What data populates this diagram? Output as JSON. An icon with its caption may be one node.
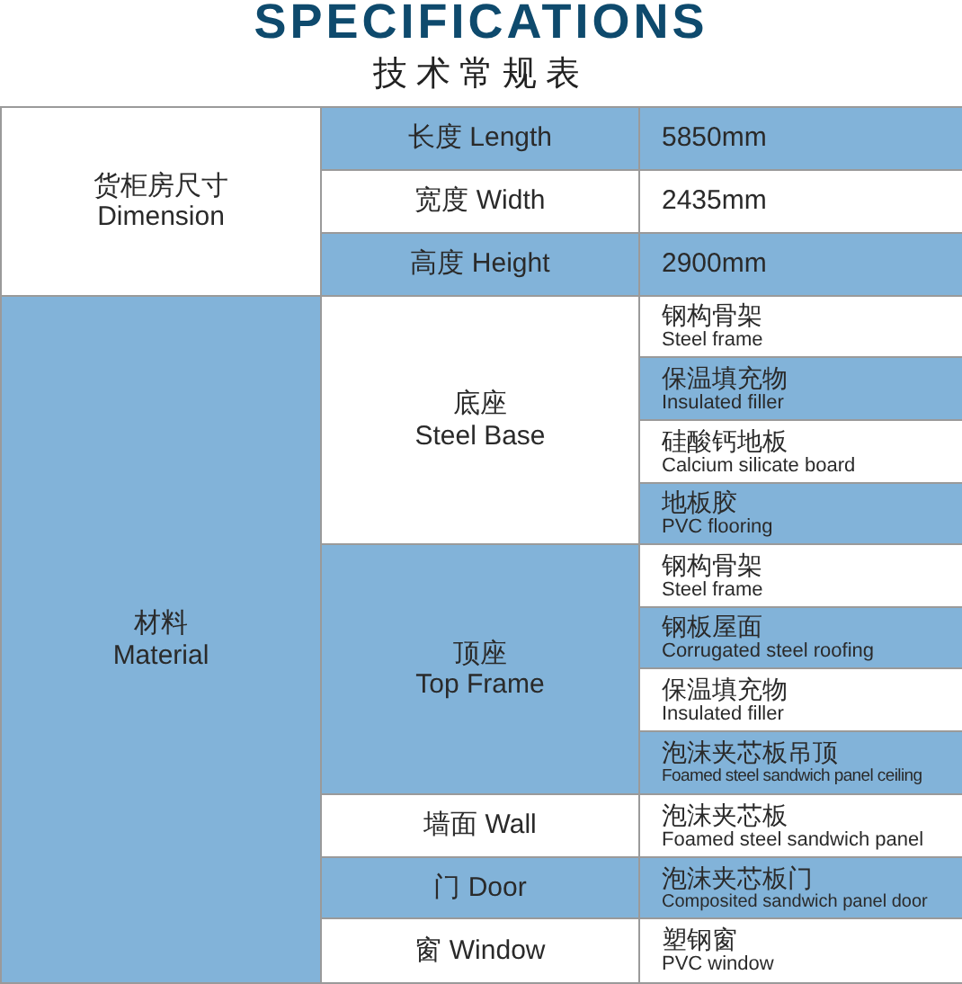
{
  "diagram": {
    "title": "SPECIFICATIONS",
    "labels": [
      "技术常规表",
      "货柜房尺寸",
      "Dimension",
      "长度 Length",
      "5850mm",
      "宽度 Width",
      "2435mm",
      "高度 Height",
      "2900mm",
      "材料",
      "Material",
      "底座",
      "Steel Base",
      "钢构骨架",
      "Steel frame",
      "保温填充物",
      "Insulated filler",
      "硅酸钙地板",
      "Calcium silicate board",
      "地板胶",
      "PVC flooring",
      "顶座",
      "Top Frame",
      "钢构骨架",
      "Steel frame",
      "钢板屋面",
      "Corrugated steel roofing",
      "保温填充物",
      "Insulated filler",
      "泡沫夹芯板吊顶",
      "Foamed steel sandwich panel ceiling",
      "墙面 Wall",
      "泡沫夹芯板",
      "Foamed steel sandwich panel",
      "门 Door",
      "泡沫夹芯板门",
      "Composited sandwich panel door",
      "窗 Window",
      "塑钢窗",
      "PVC window"
    ]
  }
}
